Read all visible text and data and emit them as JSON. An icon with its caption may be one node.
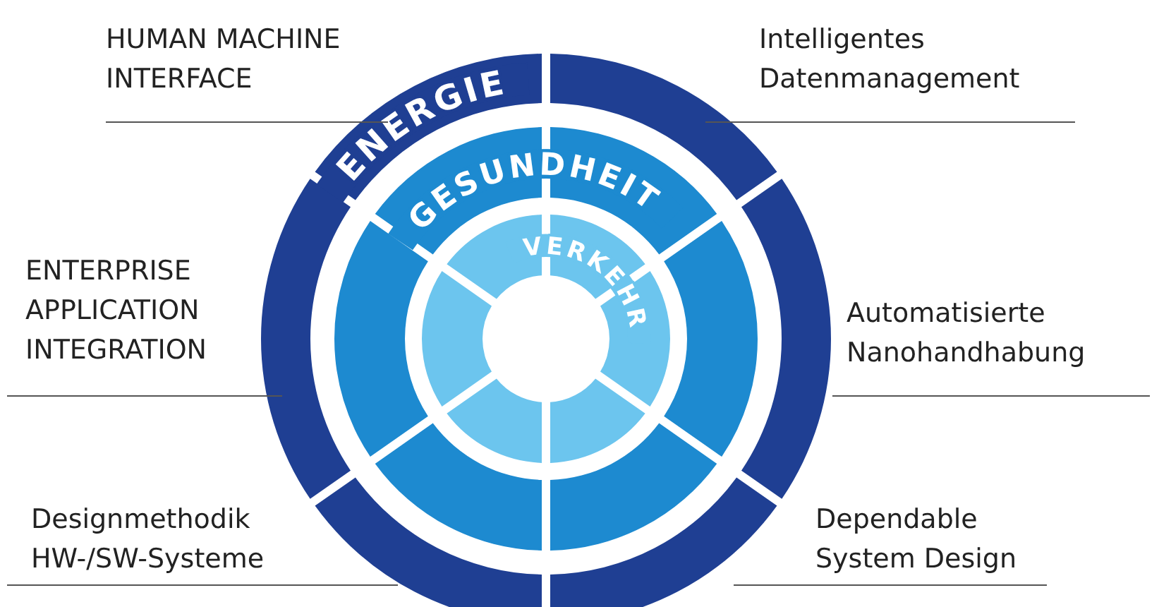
{
  "diagram": {
    "nodes": [
      {
        "text": [
          "ENERGIE"
        ]
      },
      {
        "text": [
          "GESUNDHEIT"
        ],
        "in": 0
      },
      {
        "text": [
          "VERKEHR"
        ],
        "in": 1
      }
    ],
    "labels": [
      "HUMAN MACHINE INTERFACE",
      "Intelligentes Datenmanagement",
      "ENTERPRISE APPLICATION INTEGRATION",
      "Automatisierte Nanohandhabung",
      "Designmethodik HW-/SW-Systeme",
      "Dependable System Design"
    ]
  }
}
